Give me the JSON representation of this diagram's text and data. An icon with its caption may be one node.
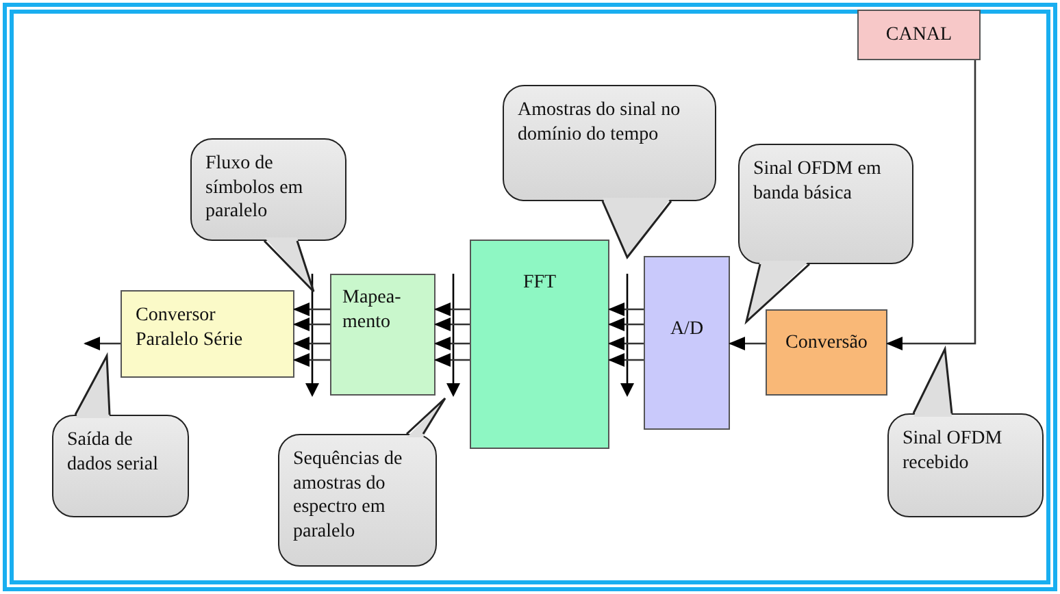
{
  "diagram": {
    "nodes": [
      {
        "text": [
          "CANAL"
        ]
      },
      {
        "text": [
          "Amostras do sinal no domínio do tempo"
        ]
      },
      {
        "text": [
          "Fluxo de símbolos em paralelo"
        ]
      },
      {
        "text": [
          "Sinal OFDM em banda básica"
        ]
      },
      {
        "text": [
          "Conversor Paralelo Série"
        ]
      },
      {
        "text": [
          "Mapea- mento"
        ]
      },
      {
        "text": [
          "FFT"
        ]
      },
      {
        "text": [
          "A/D"
        ]
      },
      {
        "text": [
          "Conversão"
        ]
      },
      {
        "text": [
          "Saída de dados serial"
        ]
      },
      {
        "text": [
          "Sequências de amostras do espectro em paralelo"
        ]
      },
      {
        "text": [
          "Sinal OFDM recebido"
        ]
      }
    ],
    "edges": [
      {
        "from": 0,
        "to": 8,
        "arrow": "to"
      },
      {
        "from": 8,
        "to": 7,
        "arrow": "to"
      },
      {
        "from": 7,
        "to": 6,
        "arrow": "to"
      },
      {
        "from": 6,
        "to": 5,
        "arrow": "to"
      },
      {
        "from": 5,
        "to": 4,
        "arrow": "to"
      },
      {
        "from": 4,
        "to": null,
        "arrow": "to"
      },
      {
        "from": 1,
        "to": null,
        "arrow": "to"
      },
      {
        "from": 2,
        "to": null,
        "arrow": "to"
      },
      {
        "from": 3,
        "to": null,
        "arrow": "to"
      },
      {
        "from": 9,
        "to": null,
        "arrow": "to"
      },
      {
        "from": 10,
        "to": null,
        "arrow": "to"
      },
      {
        "from": 11,
        "to": null,
        "arrow": "to"
      }
    ]
  }
}
